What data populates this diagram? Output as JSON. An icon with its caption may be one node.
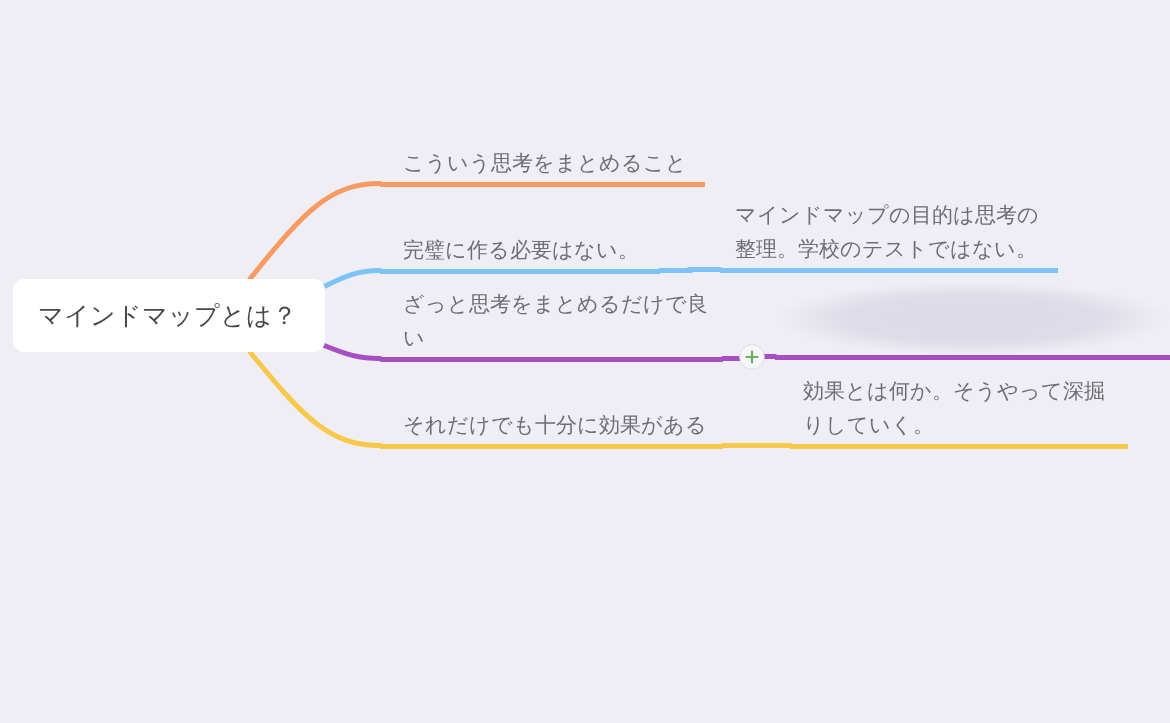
{
  "diagram": {
    "nodes": [
      {
        "text": [
          "マインドマップとは？"
        ]
      },
      {
        "text": [
          "こういう思考をまとめること"
        ]
      },
      {
        "text": [
          "完璧に作る必要はない。"
        ]
      },
      {
        "text": [
          "マインドマップの目的は思考の整理。学校のテストではない。"
        ]
      },
      {
        "text": [
          "ざっと思考をまとめるだけで良い"
        ]
      },
      {
        "text": [],
        "shape": "box"
      },
      {
        "text": [
          "それだけでも十分に効果がある"
        ]
      },
      {
        "text": [
          "効果とは何か。そうやって深掘りしていく。"
        ]
      }
    ],
    "edges": [
      {
        "from": 0,
        "to": 1,
        "arrow": "none",
        "color": "#f89b63"
      },
      {
        "from": 0,
        "to": 2,
        "arrow": "none",
        "color": "#7cc4f5"
      },
      {
        "from": 2,
        "to": 3,
        "arrow": "none",
        "color": "#7cc4f5"
      },
      {
        "from": 0,
        "to": 4,
        "arrow": "none",
        "color": "#a64fc3"
      },
      {
        "from": 4,
        "to": 5,
        "arrow": "none",
        "color": "#a64fc3"
      },
      {
        "from": 0,
        "to": 6,
        "arrow": "none",
        "color": "#f8c84a"
      },
      {
        "from": 6,
        "to": 7,
        "arrow": "none",
        "color": "#f8c84a"
      }
    ]
  }
}
